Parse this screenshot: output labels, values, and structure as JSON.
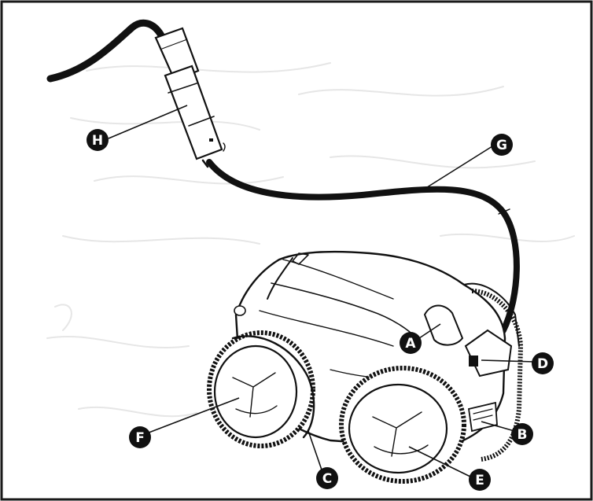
{
  "figure": {
    "frame_color": "#1a1a1a",
    "background": "#ffffff",
    "subject_icon": "robotic-pool-cleaner-with-floating-cable-and-swivel"
  },
  "callouts": [
    {
      "id": "A",
      "label": "A",
      "part_icon": "handle-icon"
    },
    {
      "id": "B",
      "label": "B",
      "part_icon": "filter-latch-icon"
    },
    {
      "id": "C",
      "label": "C",
      "part_icon": "brush-ring-icon"
    },
    {
      "id": "D",
      "label": "D",
      "part_icon": "cable-connector-icon"
    },
    {
      "id": "E",
      "label": "E",
      "part_icon": "rear-wheel-icon"
    },
    {
      "id": "F",
      "label": "F",
      "part_icon": "front-wheel-icon"
    },
    {
      "id": "G",
      "label": "G",
      "part_icon": "floating-cable-icon"
    },
    {
      "id": "H",
      "label": "H",
      "part_icon": "swivel-icon"
    }
  ]
}
